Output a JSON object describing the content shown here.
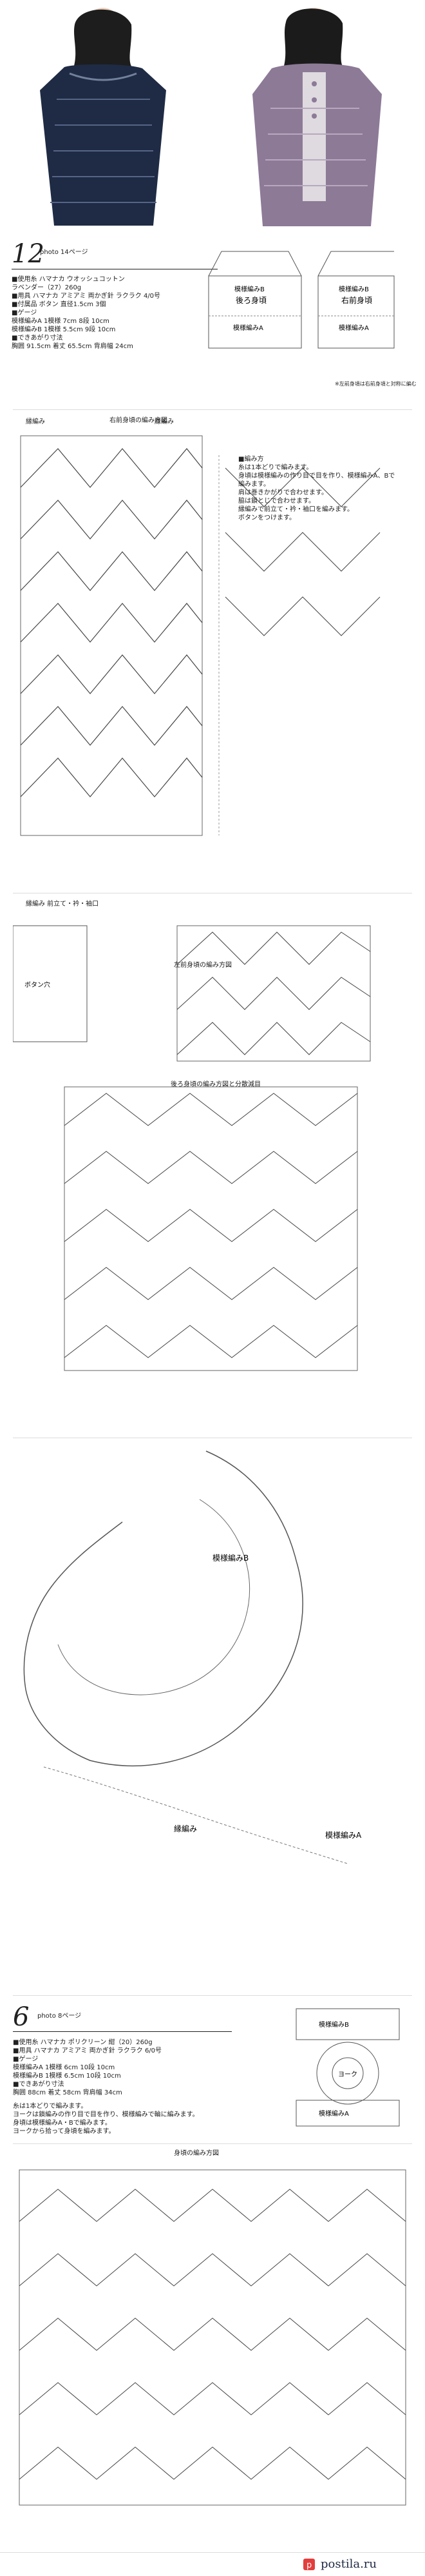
{
  "pattern12": {
    "number": "12",
    "photo_ref": "photo 14ページ",
    "materials": [
      "■使用糸 ハマナカ ウオッシュコットン",
      "ラベンダー（27）260g",
      "■用具 ハマナカ アミアミ 両かぎ針 ラクラク 4/0号",
      "■付属品 ボタン 直径1.5cm 3個",
      "■ゲージ",
      "模様編みA 1模様 7cm 8段 10cm",
      "模様編みB 1模様 5.5cm 9段 10cm",
      "■できあがり寸法",
      "胸囲 91.5cm 着丈 65.5cm 背肩幅 24cm"
    ],
    "diagram_labels": {
      "back": "後ろ身頃",
      "right_front": "右前身頃",
      "pattern_b": "模様編みB",
      "pattern_a": "模様編みA",
      "edge": "縁編み",
      "chart_right_front": "右前身頃の編み方図",
      "chart_left_front": "左前身頃の編み方図",
      "front_edge": "縁編み 前立て・衿・袖口",
      "chart_back": "後ろ身頃の編み方図と分散減目",
      "notes_title": "■編み方",
      "button_hole": "ボタン穴",
      "note": "※左前身頃は右前身頃と対称に編む"
    },
    "notes": [
      "糸は1本どりで編みます。",
      "身頃は模様編みの作り目で目を作り、模様編みA、Bで編みます。",
      "肩は巻きかがりで合わせます。",
      "脇は鎖とじで合わせます。",
      "縁編みで前立て・衿・袖口を編みます。",
      "ボタンをつけます。"
    ]
  },
  "pattern6": {
    "number": "6",
    "photo_ref": "photo 8ページ",
    "materials": [
      "■使用糸 ハマナカ ポリクリーン 紺（20）260g",
      "■用具 ハマナカ アミアミ 両かぎ針 ラクラク 6/0号",
      "■ゲージ",
      "模様編みA 1模様 6cm 10段 10cm",
      "模様編みB 1模様 6.5cm 10段 10cm",
      "■できあがり寸法",
      "胸囲 88cm 着丈 58cm 背肩幅 34cm"
    ],
    "notes": [
      "糸は1本どりで編みます。",
      "ヨークは鎖編みの作り目で目を作り、模様編みで輪に編みます。",
      "身頃は模様編みA・Bで編みます。",
      "ヨークから拾って身頃を編みます。"
    ],
    "diagram_labels": {
      "pattern_a": "模様編みA",
      "pattern_b": "模様編みB",
      "yoke": "ヨーク",
      "chart_body": "身頃の編み方図"
    }
  },
  "footer": {
    "brand": "postila.ru",
    "pin_icon": "p-logo-icon"
  },
  "colors": {
    "navy_top": "#1f2b44",
    "lavender_top": "#8d7a97",
    "line": "#333333",
    "accent_red": "#e33d3d"
  }
}
